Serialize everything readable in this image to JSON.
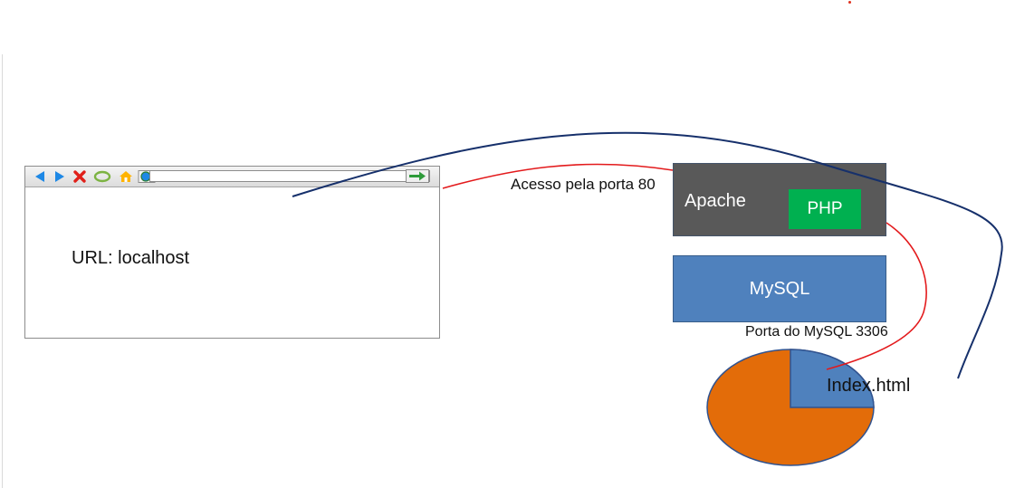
{
  "browser": {
    "url_text": "URL: localhost",
    "toolbar_icons": [
      "back-icon",
      "forward-icon",
      "stop-icon",
      "refresh-icon",
      "home-icon",
      "globe-icon",
      "go-arrow-icon"
    ]
  },
  "server": {
    "apache_label": "Apache",
    "php_label": "PHP",
    "mysql_label": "MySQL"
  },
  "labels": {
    "port_80": "Acesso pela porta 80",
    "mysql_port": "Porta do MySQL 3306",
    "index_file": "Index.html"
  },
  "colors": {
    "apache_box": "#595959",
    "php_box": "#00b050",
    "mysql_box": "#4f81bd",
    "pie_large": "#e36c09",
    "pie_small": "#4f81bd",
    "red_line": "#e31a1c",
    "navy_line": "#16306b"
  }
}
